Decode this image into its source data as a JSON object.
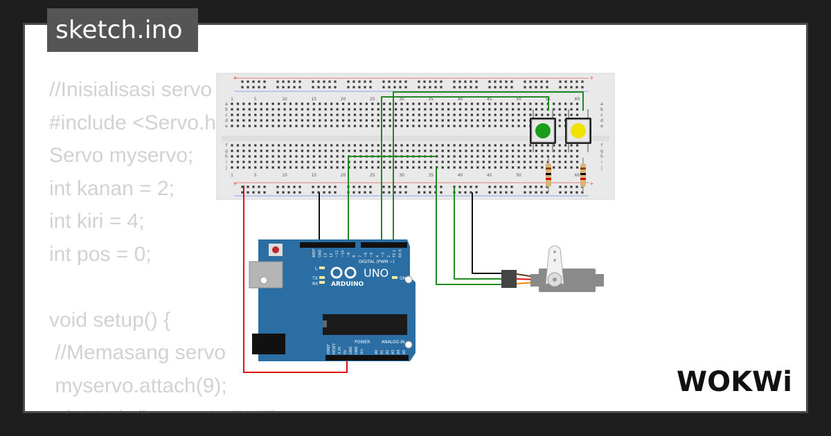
{
  "title_tab": "sketch.ino",
  "code_lines": [
    "//Inisialisasi servo",
    "#include <Servo.h>",
    "Servo myservo;",
    "int kanan = 2;",
    "int kiri = 4;",
    "int pos = 0;",
    "",
    "void setup() {",
    " //Memasang servo",
    " myservo.attach(9);",
    " pinMode(kanan, INPUT);"
  ],
  "brand": "WOKWi",
  "board": {
    "brand_label": "ARDUINO",
    "model_label": "UNO",
    "digital_label": "DIGITAL (PWM ~)",
    "power_label": "POWER",
    "analog_label": "ANALOG IN",
    "on_label": "ON",
    "led_l": "L",
    "led_tx": "TX",
    "led_rx": "RX",
    "top_pins": [
      "AREF",
      "GND",
      "13",
      "12",
      "~11",
      "~10",
      "~9",
      "8",
      "7",
      "~6",
      "~5",
      "4",
      "~3",
      "2",
      "TX 1",
      "RX 0"
    ],
    "bottom_pins": [
      "IOREF",
      "RESET",
      "3.3V",
      "5V",
      "GND",
      "GND",
      "Vin",
      "A0",
      "A1",
      "A2",
      "A3",
      "A4",
      "A5"
    ]
  },
  "breadboard": {
    "col_numbers": [
      "1",
      "5",
      "10",
      "15",
      "20",
      "25",
      "30",
      "35",
      "40",
      "45",
      "50",
      "55",
      "60"
    ],
    "row_letters_top": [
      "a",
      "b",
      "c",
      "d",
      "e"
    ],
    "row_letters_bottom": [
      "f",
      "g",
      "h",
      "i",
      "j"
    ],
    "plus": "+",
    "minus": "-"
  },
  "buttons": [
    {
      "name": "green-pushbutton",
      "color": "#1a9e1a"
    },
    {
      "name": "yellow-pushbutton",
      "color": "#f2e200"
    }
  ],
  "colors": {
    "wire_green": "#1f8a1f",
    "wire_black": "#111111",
    "wire_red": "#e01010",
    "board_blue": "#2a6ea3",
    "servo_body": "#8a8a8a"
  }
}
